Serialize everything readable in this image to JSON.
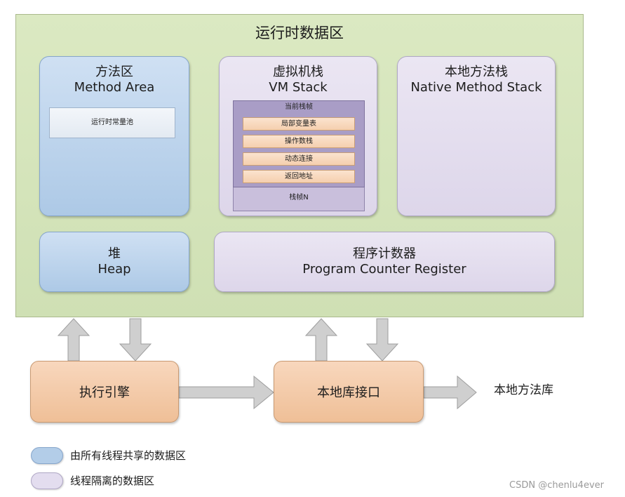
{
  "runtime_area": {
    "title": "运行时数据区"
  },
  "method_area": {
    "title_cn": "方法区",
    "title_en": "Method Area",
    "constant_pool": "运行时常量池"
  },
  "vm_stack": {
    "title_cn": "虚拟机栈",
    "title_en": "VM Stack",
    "current_frame": "当前栈帧",
    "slots": [
      "局部变量表",
      "操作数栈",
      "动态连接",
      "返回地址"
    ],
    "frame_n": "栈帧N"
  },
  "native_stack": {
    "title_cn": "本地方法栈",
    "title_en": "Native Method Stack"
  },
  "heap": {
    "title_cn": "堆",
    "title_en": "Heap"
  },
  "pc_register": {
    "title_cn": "程序计数器",
    "title_en": "Program Counter Register"
  },
  "execution_engine": {
    "label": "执行引擎"
  },
  "native_interface": {
    "label": "本地库接口"
  },
  "native_library": {
    "label": "本地方法库"
  },
  "legend": [
    {
      "label": "由所有线程共享的数据区",
      "color": "#b3cde8"
    },
    {
      "label": "线程隔离的数据区",
      "color": "#e3ddef"
    }
  ],
  "watermark": "CSDN @chenlu4ever"
}
